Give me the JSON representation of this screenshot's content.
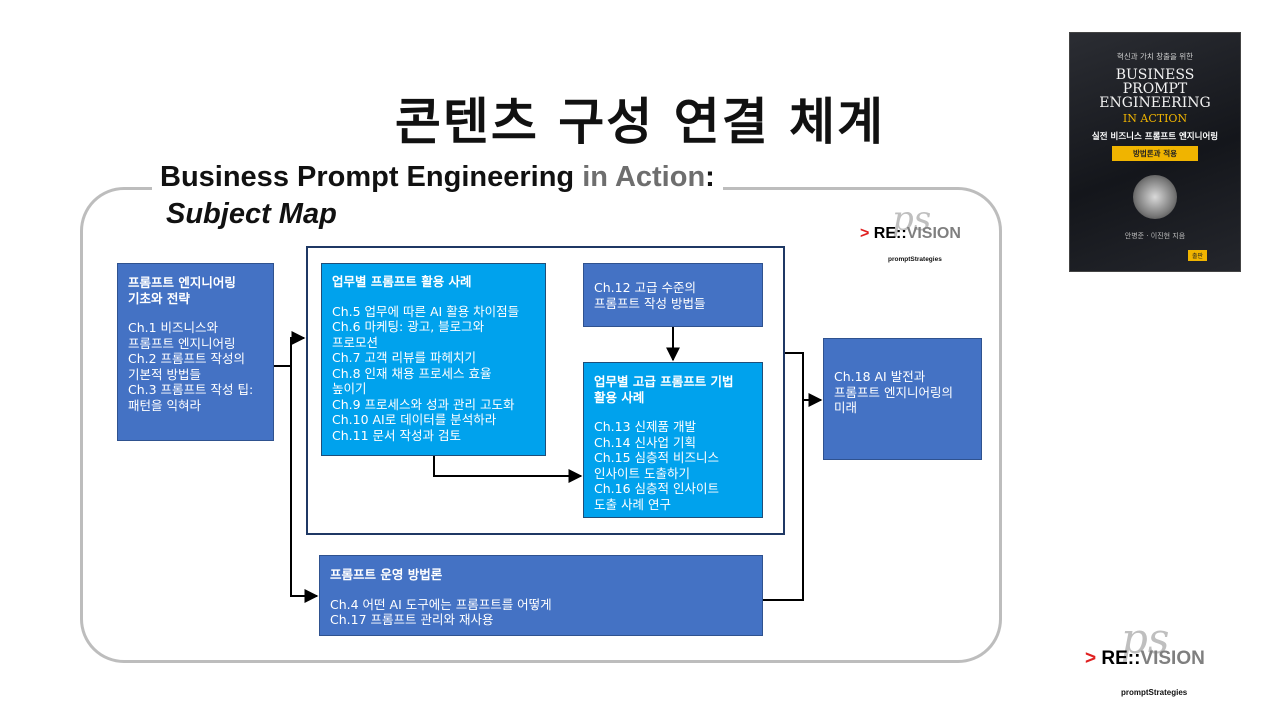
{
  "title": "콘텐츠 구성 연결 체계",
  "subtitle": {
    "main": "Business Prompt Engineering ",
    "accent": "in Action",
    "colon": ":",
    "line2": "Subject Map"
  },
  "boxes": {
    "foundations": {
      "head": [
        "프롬프트 엔지니어링",
        "기초와 전략"
      ],
      "lines": [
        "Ch.1 비즈니스와",
        "프롬프트 엔지니어링",
        "Ch.2 프롬프트 작성의",
        "기본적 방법들",
        "Ch.3 프롬프트 작성 팁:",
        "패턴을 익혀라"
      ]
    },
    "use_cases": {
      "head": [
        "업무별 프롬프트 활용 사례"
      ],
      "lines": [
        "Ch.5 업무에 따른 AI 활용 차이점들",
        "Ch.6 마케팅: 광고, 블로그와",
        "프로모션",
        "Ch.7 고객 리뷰를 파헤치기",
        "Ch.8 인재 채용 프로세스 효율",
        "높이기",
        "Ch.9 프로세스와 성과 관리 고도화",
        "Ch.10 AI로 데이터를 분석하라",
        "Ch.11 문서 작성과 검토"
      ]
    },
    "advanced_methods": {
      "lines": [
        "Ch.12 고급 수준의",
        "프롬프트 작성 방법들"
      ]
    },
    "advanced_cases": {
      "head": [
        "업무별 고급 프롬프트 기법",
        "활용 사례"
      ],
      "lines": [
        "Ch.13 신제품 개발",
        "Ch.14 신사업 기획",
        "Ch.15 심층적 비즈니스",
        "인사이트 도출하기",
        "Ch.16 심층적 인사이트",
        "도출 사례 연구"
      ]
    },
    "operations": {
      "head": [
        "프롬프트 운영 방법론"
      ],
      "lines": [
        "Ch.4 어떤 AI 도구에는 프롬프트를 어떻게",
        "Ch.17 프롬프트 관리와 재사용"
      ]
    },
    "future": {
      "lines": [
        "Ch.18 AI 발전과",
        "프롬프트 엔지니어링의",
        "미래"
      ]
    }
  },
  "logo": {
    "ps": "ps",
    "gt": "> ",
    "re": "RE::",
    "vision": "VISION",
    "tagline": "promptStrategies"
  },
  "book_cover": {
    "top_line": "혁신과 가치 창출을 위한",
    "title_lines": [
      "BUSINESS",
      "PROMPT",
      "ENGINEERING"
    ],
    "in_action": "IN ACTION",
    "korean_title": "실전 비즈니스 프롬프트 엔지니어링",
    "band": "방법론과 적용",
    "authors": "안병준 · 이진현 지음",
    "publisher": "출판"
  },
  "colors": {
    "dark_box": "#4472c4",
    "light_box": "#00a2ed",
    "connector": "#000000",
    "frame": "#bdbdbd"
  }
}
